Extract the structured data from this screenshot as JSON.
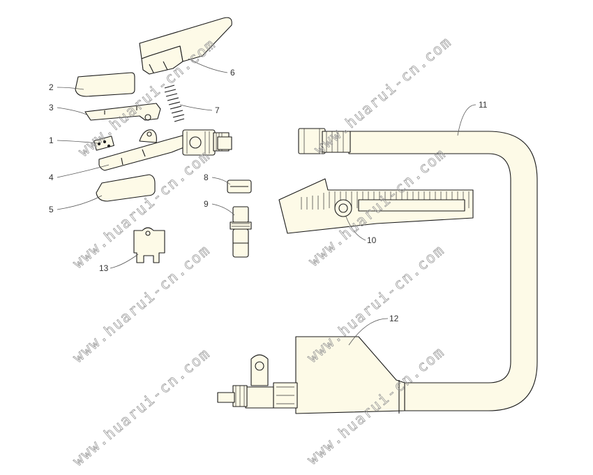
{
  "diagram": {
    "callouts": [
      {
        "id": "1",
        "label": "1"
      },
      {
        "id": "2",
        "label": "2"
      },
      {
        "id": "3",
        "label": "3"
      },
      {
        "id": "4",
        "label": "4"
      },
      {
        "id": "5",
        "label": "5"
      },
      {
        "id": "6",
        "label": "6"
      },
      {
        "id": "7",
        "label": "7"
      },
      {
        "id": "8",
        "label": "8"
      },
      {
        "id": "9",
        "label": "9"
      },
      {
        "id": "10",
        "label": "10"
      },
      {
        "id": "11",
        "label": "11"
      },
      {
        "id": "12",
        "label": "12"
      },
      {
        "id": "13",
        "label": "13"
      }
    ],
    "watermark": "www.huarui-cn.com",
    "colors": {
      "part_fill": "#fdfae7",
      "line": "#1a1a1a",
      "watermark": "#9a9a9a"
    }
  }
}
